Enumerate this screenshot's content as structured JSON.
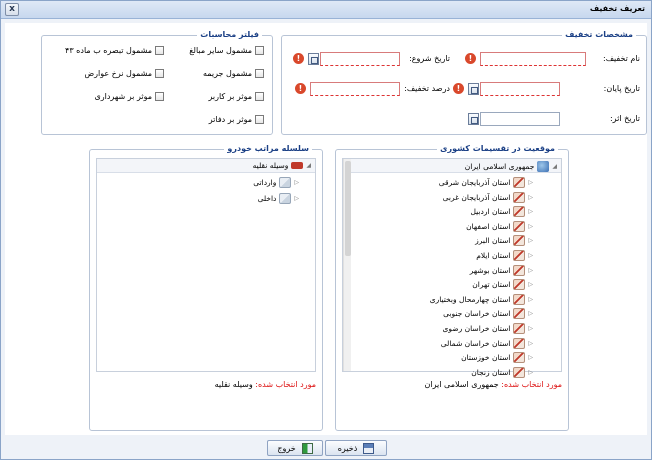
{
  "window": {
    "title": "تعریف تخفیف",
    "close_glyph": "x"
  },
  "spec": {
    "legend": "مشخصات تخفیف",
    "name_label": "نام تخفیف:",
    "start_label": "تاریخ شروع:",
    "end_label": "تاریخ پایان:",
    "percent_label": "درصد تخفیف:",
    "effect_label": "تاریخ اثر:"
  },
  "filter": {
    "legend": "فیلتر محاسبات",
    "items": [
      "مشمول سایر مبالغ",
      "مشمول تبصره ب ماده ۴۳",
      "مشمول جریمه",
      "مشمول نرخ عوارض",
      "موثر بر کاربر",
      "موثر بر شهرداری",
      "موثر بر دفاتر"
    ]
  },
  "location": {
    "legend": "موقعیت در تقسیمات کشوری",
    "root": "جمهوری اسلامی ایران",
    "provinces": [
      "استان آذربایجان شرقی",
      "استان آذربایجان غربی",
      "استان اردبیل",
      "استان اصفهان",
      "استان البرز",
      "استان ایلام",
      "استان بوشهر",
      "استان تهران",
      "استان چهارمحال وبختیاری",
      "استان خراسان جنوبی",
      "استان خراسان رضوی",
      "استان خراسان شمالی",
      "استان خوزستان",
      "استان زنجان"
    ],
    "selected_label": "مورد انتخاب شده:",
    "selected_value": "جمهوری اسلامی ایران"
  },
  "vehicle": {
    "legend": "سلسله مراتب خودرو",
    "root": "وسیله نقلیه",
    "children": [
      "وارداتی",
      "داخلی"
    ],
    "selected_label": "مورد انتخاب شده:",
    "selected_value": "وسیله نقلیه"
  },
  "footer": {
    "save_label": "ذخیره",
    "exit_label": "خروج"
  }
}
